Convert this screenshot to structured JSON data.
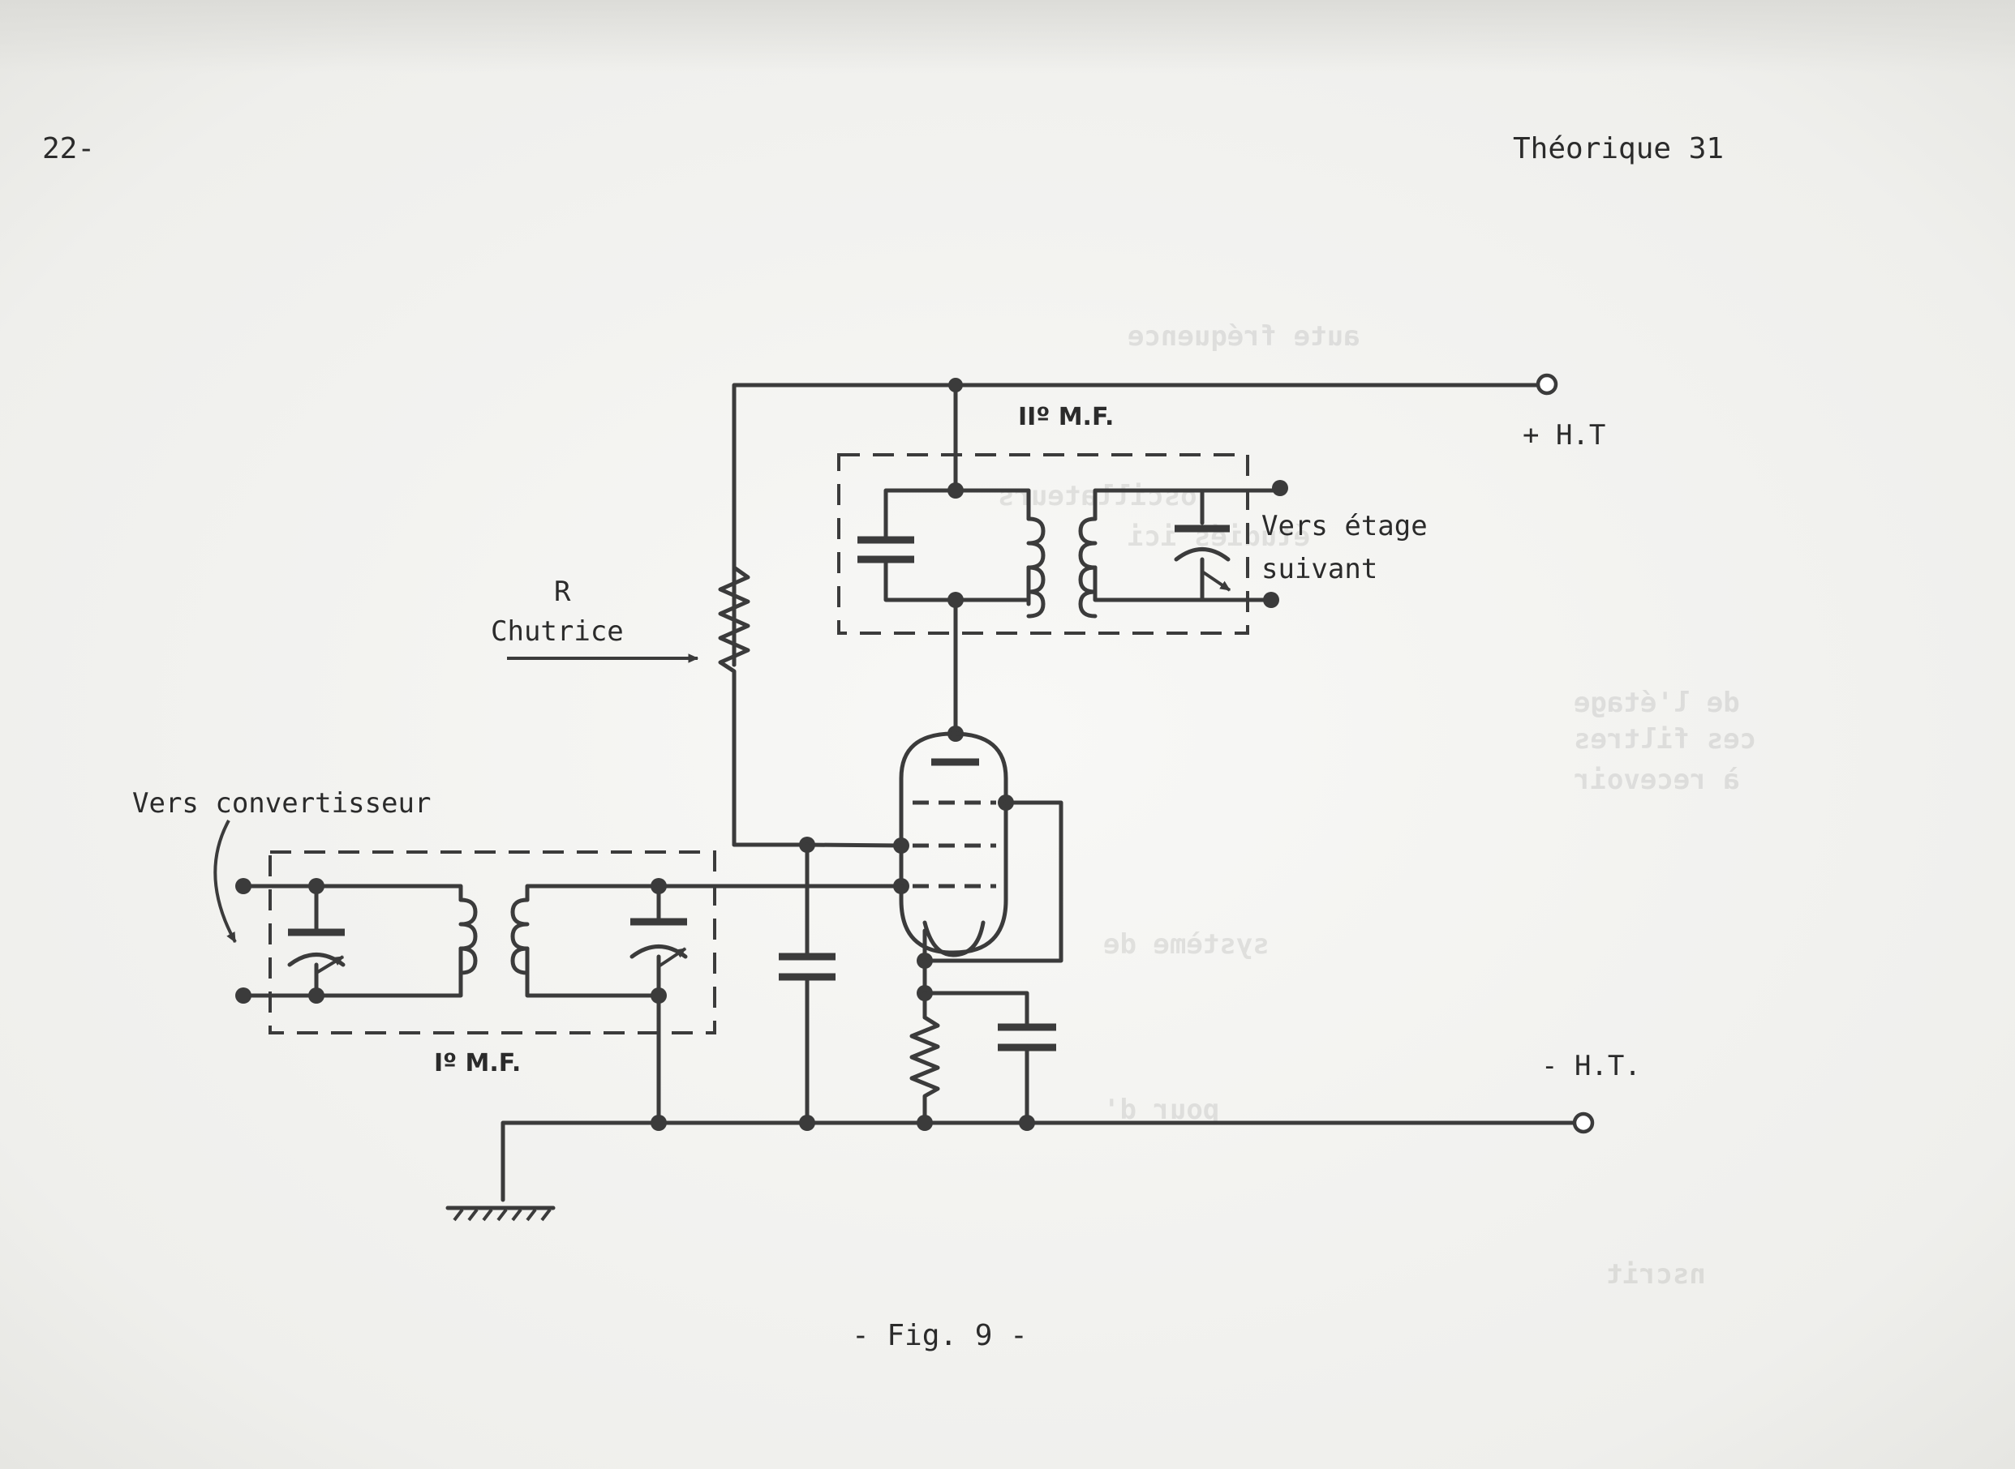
{
  "header": {
    "page_number": "22-",
    "running_title": "Théorique 31"
  },
  "labels": {
    "second_if": "IIº M.F.",
    "first_if": "Iº M.F.",
    "plus_ht": "+ H.T",
    "minus_ht": "- H.T.",
    "to_next_stage_line1": "Vers étage",
    "to_next_stage_line2": "suivant",
    "dropping_resistor_line1": "R",
    "dropping_resistor_line2": "Chutrice",
    "to_converter": "Vers convertisseur"
  },
  "caption": "- Fig. 9 -",
  "bleed_through": [
    "aute fréquence",
    "oscillateurs",
    "étudiés ici",
    "de l'étage",
    "ces filtres",
    "à recevoir",
    "système de",
    "pour d'",
    "nscrit"
  ]
}
